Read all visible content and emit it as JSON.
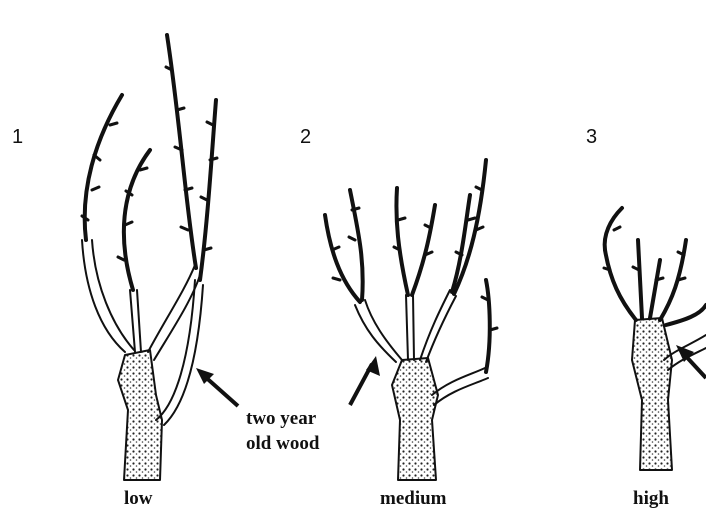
{
  "panels": [
    {
      "number": "1",
      "caption": "low"
    },
    {
      "number": "2",
      "caption": "medium"
    },
    {
      "number": "3",
      "caption": "high"
    }
  ],
  "annotation": {
    "line1": "two year",
    "line2": "old wood"
  }
}
